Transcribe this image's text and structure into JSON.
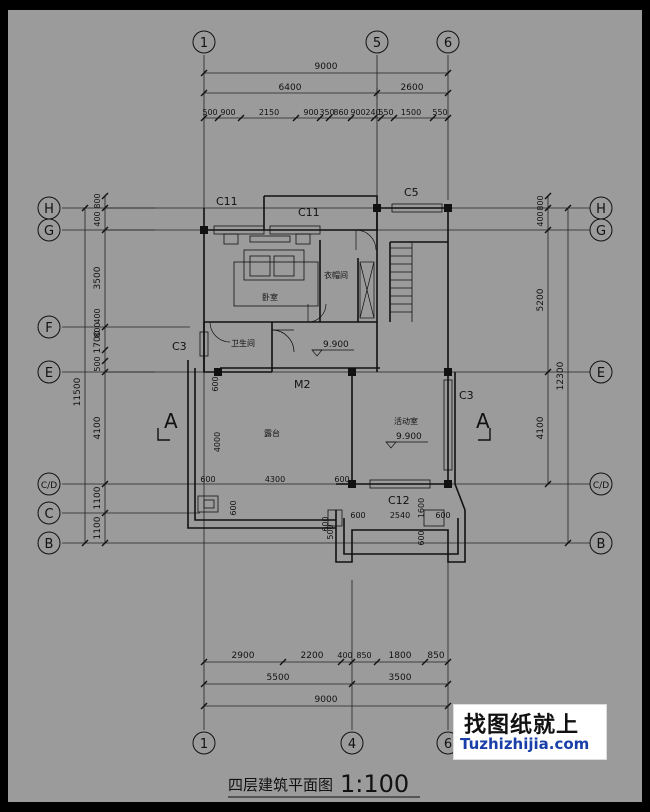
{
  "drawing": {
    "title": "四层建筑平面图",
    "scale": "1:100",
    "grid_top": [
      "1",
      "5",
      "6"
    ],
    "grid_bottom": [
      "1",
      "4",
      "6"
    ],
    "grid_left": [
      "H",
      "G",
      "F",
      "E",
      "C/D",
      "C",
      "B"
    ],
    "grid_right": [
      "H",
      "G",
      "E",
      "C/D",
      "B"
    ],
    "dims_top": {
      "overall": "9000",
      "row2": [
        "6400",
        "2600"
      ],
      "row3": [
        "500",
        "900",
        "2150",
        "900",
        "350",
        "860",
        "900",
        "240",
        "550",
        "1500",
        "550"
      ]
    },
    "dims_bottom": {
      "row1": [
        "2900",
        "2200",
        "400",
        "850",
        "1800",
        "850"
      ],
      "row2": [
        "5500",
        "3500"
      ],
      "overall": "9000"
    },
    "dims_left": {
      "overall": "11500",
      "segments": [
        "800",
        "400",
        "3500",
        "1700",
        "800",
        "400",
        "500",
        "4100",
        "1100",
        "1100"
      ]
    },
    "dims_right": {
      "overall": "12300",
      "segments": [
        "800",
        "400",
        "5200",
        "4100"
      ]
    },
    "interior_dims": [
      "4000",
      "600",
      "4300",
      "600",
      "600",
      "600",
      "600",
      "500",
      "2540",
      "1600",
      "600",
      "600",
      "600"
    ],
    "rooms": {
      "bedroom": "卧室",
      "closet": "衣帽间",
      "bathroom": "卫生间",
      "terrace": "露台",
      "activity": "活动室"
    },
    "elevations": [
      "9.900",
      "9.900"
    ],
    "openings": [
      "C11",
      "C11",
      "C5",
      "C3",
      "C3",
      "M2",
      "C12"
    ],
    "section_marks": [
      "A",
      "A"
    ]
  },
  "watermark": {
    "cn": "找图纸就上",
    "en": "Tuzhizhijia.com"
  }
}
